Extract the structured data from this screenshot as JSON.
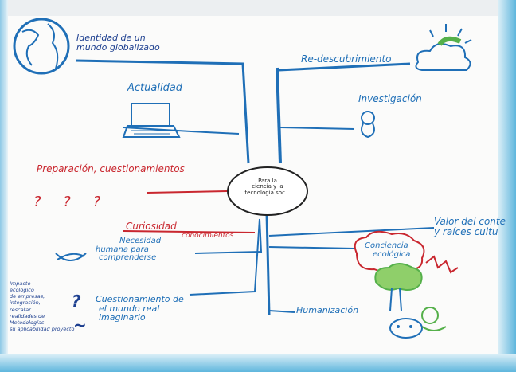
{
  "center": {
    "lines": [
      "Para la",
      "ciencia y la",
      "tecnología soc..."
    ]
  },
  "branches": {
    "identidad": {
      "lines": [
        "Identidad de un",
        "mundo globalizado"
      ]
    },
    "actualidad": {
      "label": "Actualidad"
    },
    "preparacion": {
      "label": "Preparación, cuestionamientos"
    },
    "question_marks": [
      "?",
      "?",
      "?"
    ],
    "curiosidad": {
      "label": "Curiosidad",
      "sub": "conocimientos"
    },
    "necesidad": {
      "lines": [
        "Necesidad",
        "humana para",
        "comprenderse"
      ]
    },
    "cuestionamiento": {
      "lines": [
        "Cuestionamiento de",
        "el mundo real",
        "imaginario"
      ]
    },
    "redescubrimiento": {
      "label": "Re-descubrimiento"
    },
    "investigacion": {
      "label": "Investigación"
    },
    "valor": {
      "lines": [
        "Valor del conte",
        "y raíces cultu"
      ]
    },
    "conciencia": {
      "lines": [
        "Conciencia",
        "ecológica"
      ]
    },
    "humanizacion": {
      "label": "Humanización"
    },
    "small_notes": [
      "Impacto",
      "ecológico",
      "de empresas,",
      "integración,",
      "rescatar...",
      "realidades de",
      "Metodologías",
      "su aplicabilidad proyecto"
    ],
    "side_marks": {
      "tilde1": "~",
      "tilde2": "~",
      "swirl": "?"
    }
  },
  "colors": {
    "blue": "#1f6fb7",
    "red": "#c9272f",
    "green": "#55b04a",
    "navy": "#1d3f8f"
  }
}
